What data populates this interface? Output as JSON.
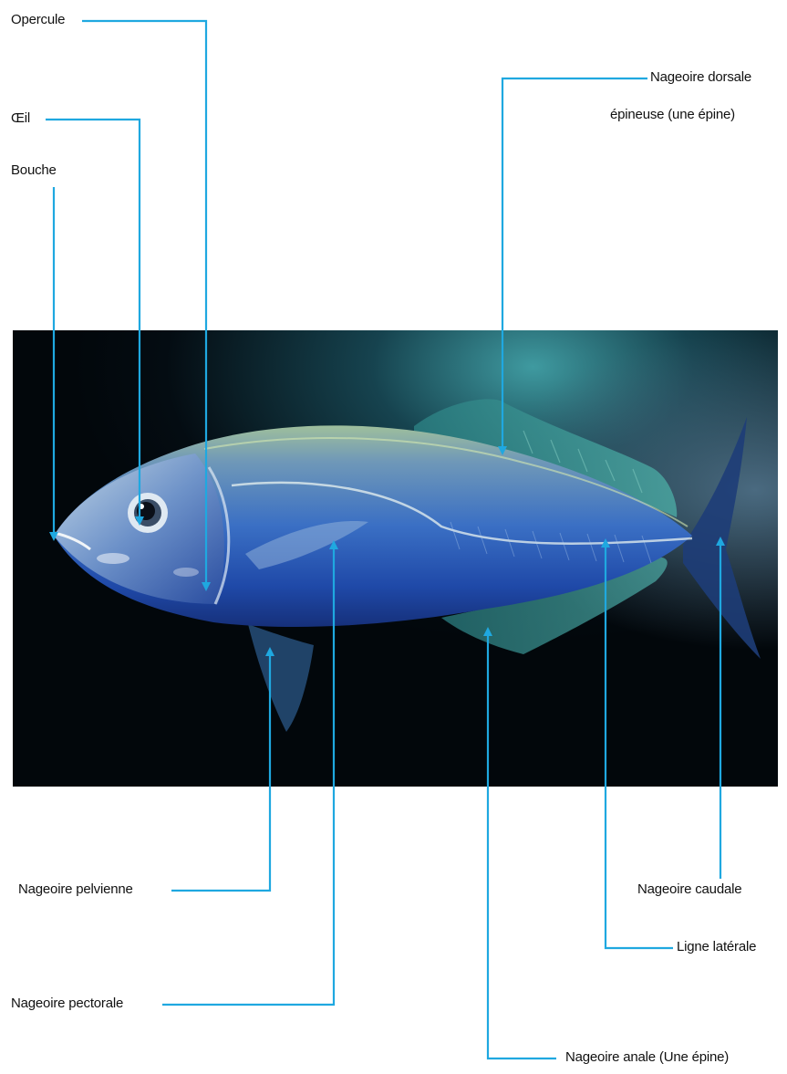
{
  "labels": {
    "opercule": "Opercule",
    "oeil": "Œil",
    "bouche": "Bouche",
    "dorsale_line1": "Nageoire dorsale",
    "dorsale_line2": "épineuse (une épine)",
    "pelvienne": "Nageoire pelvienne",
    "pectorale": "Nageoire pectorale",
    "caudale": "Nageoire caudale",
    "laterale": "Ligne latérale",
    "anale": "Nageoire anale  (Une épine)"
  },
  "colors": {
    "leader_line": "#1fa8e0",
    "photo_background": "#03080c"
  }
}
